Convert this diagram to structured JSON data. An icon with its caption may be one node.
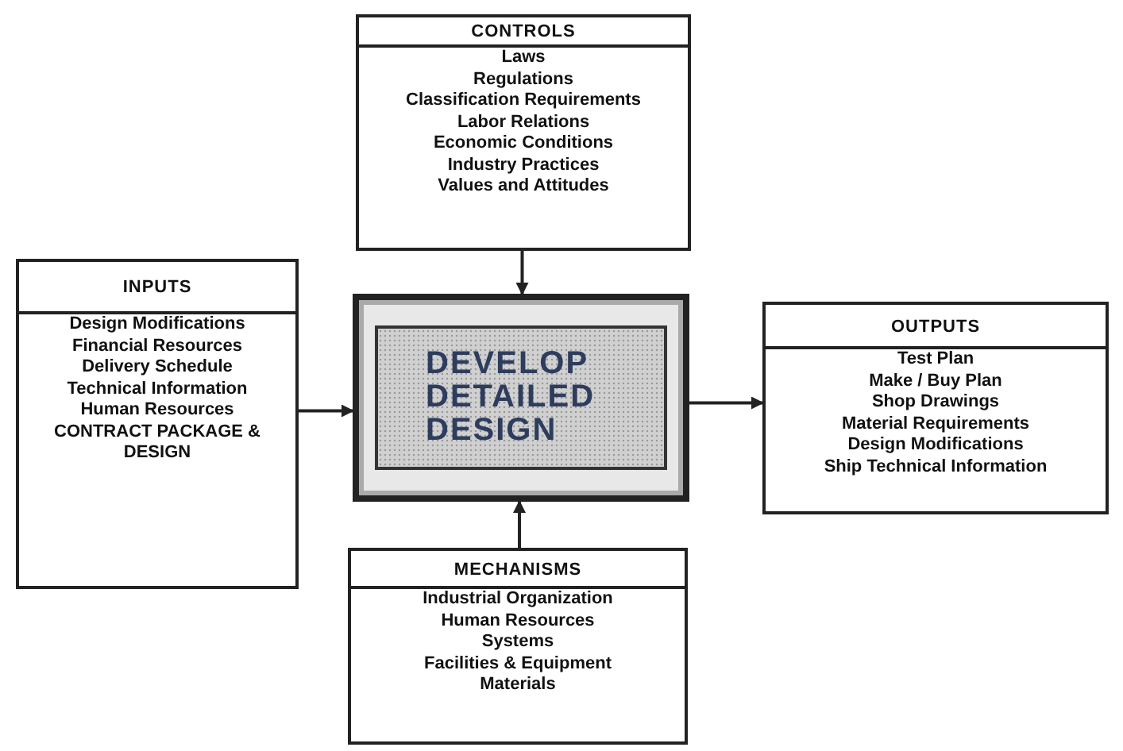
{
  "diagram": {
    "nodes": [
      {
        "text": [
          "CONTROLS",
          "Laws",
          "Regulations",
          "Classification Requirements",
          "Labor Relations",
          "Economic Conditions",
          "Industry Practices",
          "Values and Attitudes"
        ]
      },
      {
        "text": [
          "INPUTS",
          "Design Modifications",
          "Financial Resources",
          "Delivery Schedule",
          "Technical Information",
          "Human Resources",
          "CONTRACT PACKAGE & DESIGN"
        ]
      },
      {
        "text": [
          "DEVELOP DETAILED DESIGN"
        ]
      },
      {
        "text": [
          "OUTPUTS",
          "Test Plan",
          "Make / Buy Plan",
          "Shop Drawings",
          "Material Requirements",
          "Design Modifications",
          "Ship Technical Information"
        ]
      },
      {
        "text": [
          "MECHANISMS",
          "Industrial Organization",
          "Human Resources",
          "Systems",
          "Facilities & Equipment",
          "Materials"
        ]
      }
    ],
    "edges": [
      {
        "from": 0,
        "to": 2,
        "arrow": "to"
      },
      {
        "from": 1,
        "to": 2,
        "arrow": "to"
      },
      {
        "from": 2,
        "to": 3,
        "arrow": "to"
      },
      {
        "from": 4,
        "to": 2,
        "arrow": "to"
      }
    ]
  }
}
